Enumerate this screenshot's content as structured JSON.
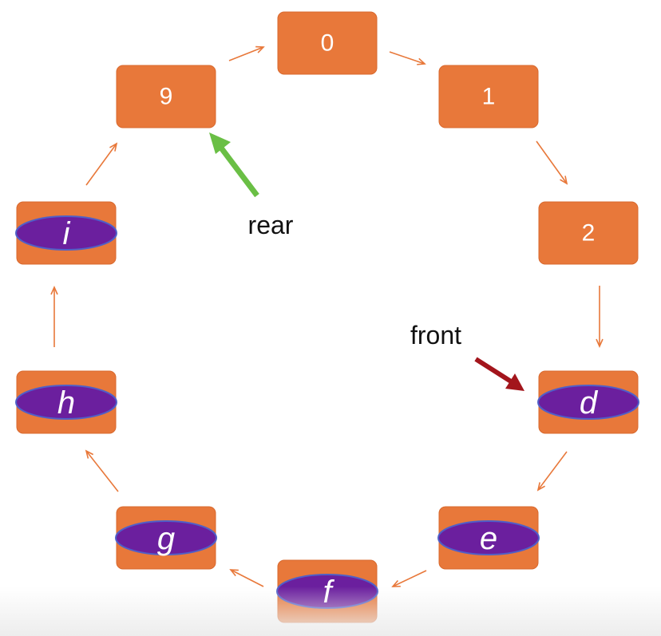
{
  "colors": {
    "box": "#E8783A",
    "box_edge": "#D8692E",
    "oval": "#6B1F9E",
    "oval_edge": "#4F5FC8",
    "connector": "#E8783A",
    "rear_arrow": "#6ABF45",
    "front_arrow": "#A3151C"
  },
  "slots": [
    {
      "label": "0",
      "filled": false
    },
    {
      "label": "1",
      "filled": false
    },
    {
      "label": "2",
      "filled": false
    },
    {
      "label": "d",
      "filled": true
    },
    {
      "label": "e",
      "filled": true
    },
    {
      "label": "f",
      "filled": true
    },
    {
      "label": "g",
      "filled": true
    },
    {
      "label": "h",
      "filled": true
    },
    {
      "label": "i",
      "filled": true
    },
    {
      "label": "9",
      "filled": false
    }
  ],
  "pointers": {
    "rear": {
      "label": "rear",
      "slot": 9
    },
    "front": {
      "label": "front",
      "slot": 3
    }
  }
}
